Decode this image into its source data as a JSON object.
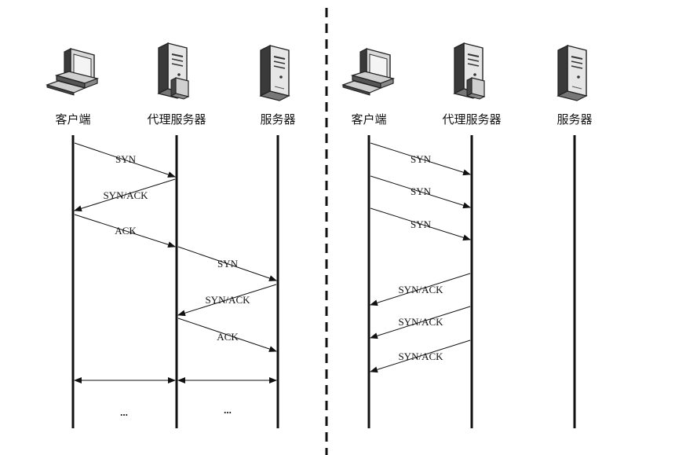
{
  "left_panel": {
    "participants": [
      {
        "label": "客户端",
        "icon": "desktop-computer-icon"
      },
      {
        "label": "代理服务器",
        "icon": "proxy-server-icon"
      },
      {
        "label": "服务器",
        "icon": "server-tower-icon"
      }
    ],
    "messages": [
      "SYN",
      "SYN/ACK",
      "ACK",
      "SYN",
      "SYN/ACK",
      "ACK"
    ],
    "ellipsis": [
      "...",
      "..."
    ]
  },
  "right_panel": {
    "participants": [
      {
        "label": "客户端",
        "icon": "desktop-computer-icon"
      },
      {
        "label": "代理服务器",
        "icon": "proxy-server-icon"
      },
      {
        "label": "服务器",
        "icon": "server-tower-icon"
      }
    ],
    "messages": [
      "SYN",
      "SYN",
      "SYN",
      "SYN/ACK",
      "SYN/ACK",
      "SYN/ACK"
    ]
  }
}
